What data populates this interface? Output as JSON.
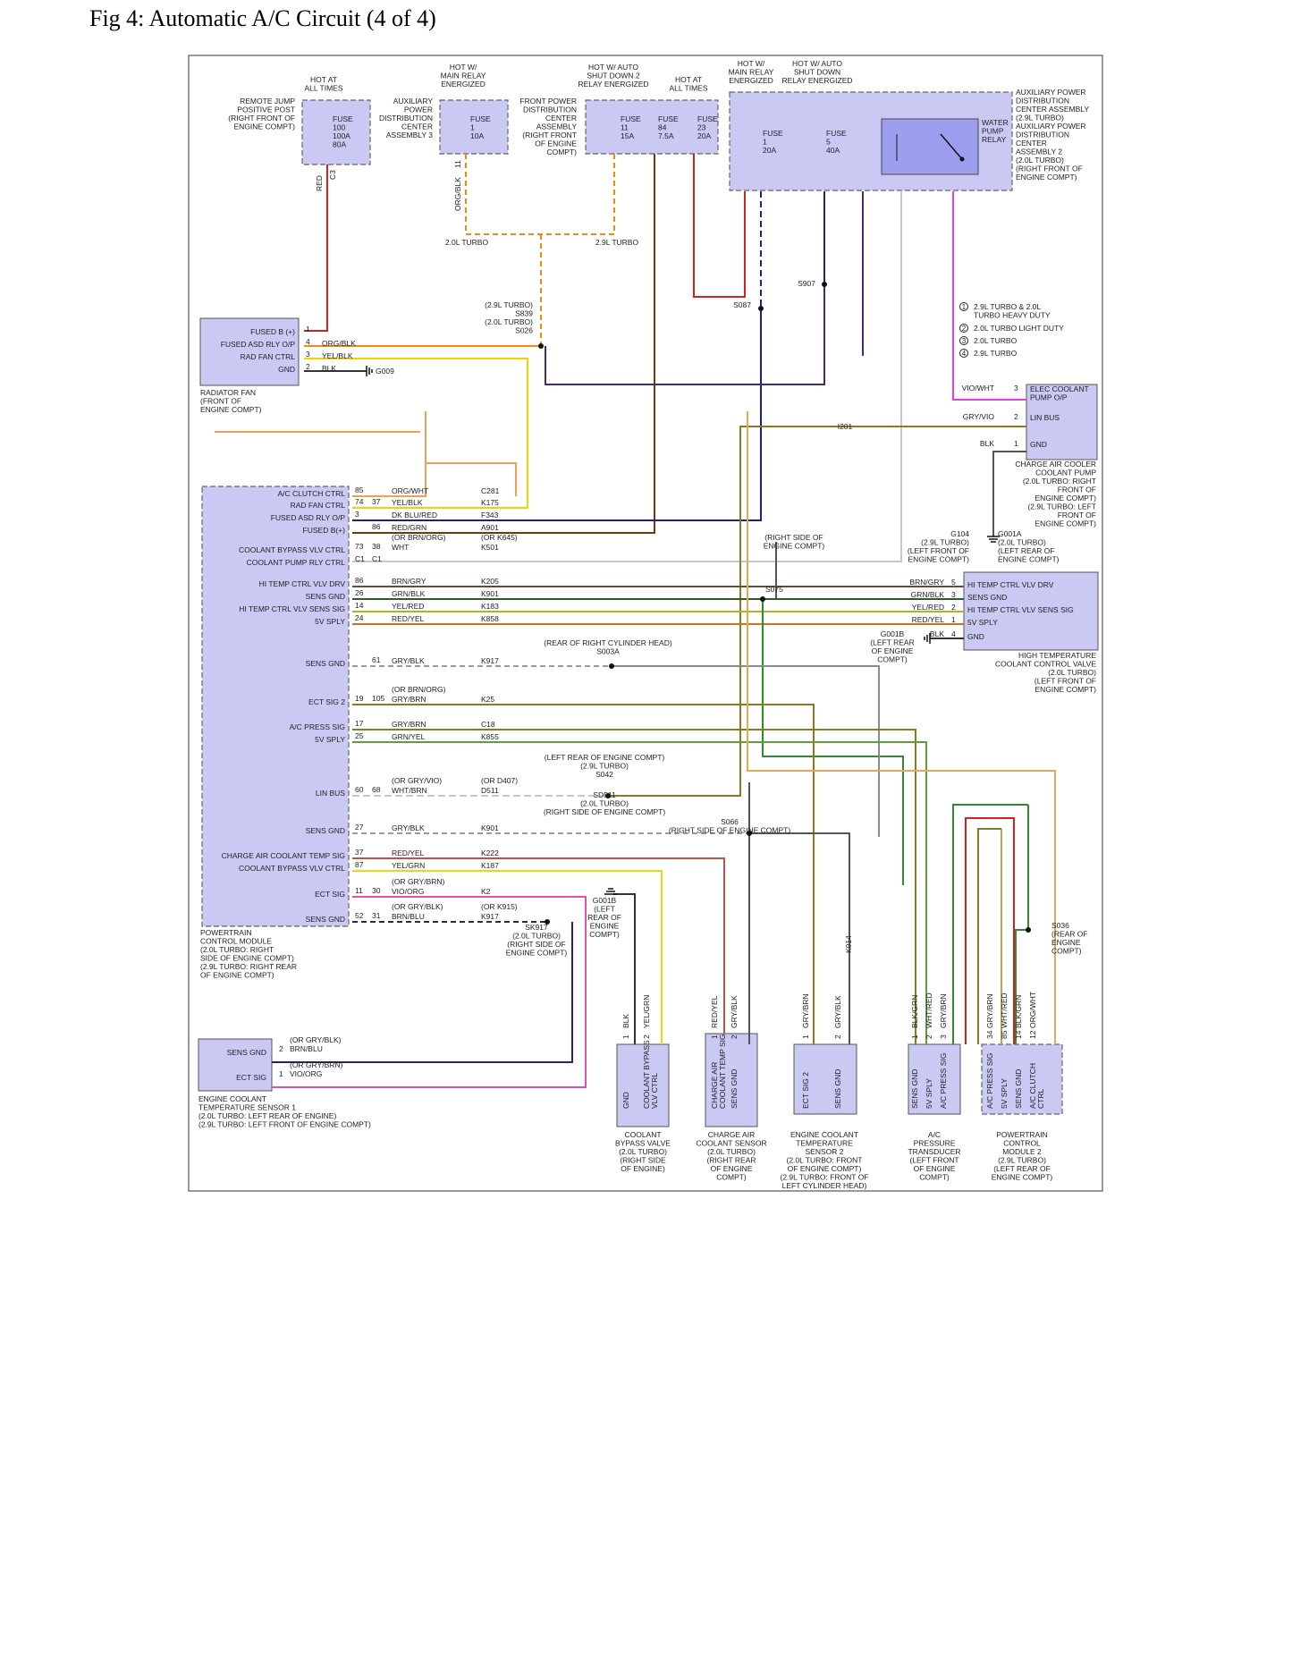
{
  "title": "Fig 4: Automatic A/C Circuit (4 of 4)",
  "diagram_id": "637955",
  "colors": {
    "module_fill": "#c9c9f4",
    "relay_fill": "#9e9ef0",
    "red": "#d62020",
    "orange": "#f08a10",
    "yellow": "#e8d800",
    "dark_blue": "#202080",
    "green": "#2e8b2e",
    "brown": "#6e3a0a",
    "gray": "#9a9a9a",
    "violet": "#e040e0",
    "olive": "#8a7a20",
    "tan": "#c8a050"
  },
  "power_sources": {
    "remote_jump": {
      "hot": "HOT AT\nALL TIMES",
      "name": "REMOTE JUMP\nPOSITIVE POST\n(RIGHT FRONT OF\nENGINE COMPT)",
      "fuse": "FUSE\n100\n100A\n80A",
      "wire": "RED",
      "pin": "C3"
    },
    "aux_pdc3": {
      "hot": "HOT W/\nMAIN RELAY\nENERGIZED",
      "name": "AUXILIARY\nPOWER\nDISTRIBUTION\nCENTER\nASSEMBLY 3",
      "fuse": "FUSE\n1\n10A",
      "pin": "11",
      "wire": "ORG/BLK"
    },
    "front_pdc": {
      "hot_a": "HOT W/ AUTO\nSHUT DOWN 2\nRELAY ENERGIZED",
      "hot_b": "HOT AT\nALL TIMES",
      "name": "FRONT POWER\nDISTRIBUTION\nCENTER\nASSEMBLY\n(RIGHT FRONT\nOF ENGINE\nCOMPT)",
      "fuse11": "FUSE\n11\n15A",
      "fuse84": "FUSE\n84\n7.5A",
      "fuse23": "FUSE\n23\n20A"
    },
    "aux_pdc2": {
      "hot_a": "HOT W/\nMAIN RELAY\nENERGIZED",
      "hot_b": "HOT W/ AUTO\nSHUT DOWN\nRELAY ENERGIZED",
      "name": "AUXILIARY POWER\nDISTRIBUTION\nCENTER ASSEMBLY\n(2.9L TURBO)\nAUXILIARY POWER\nDISTRIBUTION\nCENTER\nASSEMBLY 2\n(2.0L TURBO)\n(RIGHT FRONT OF\nENGINE COMPT)",
      "fuse1": "FUSE\n1\n20A",
      "fuse5": "FUSE\n5\n40A",
      "relay": "WATER\nPUMP\nRELAY"
    }
  },
  "legend": [
    {
      "num": "1",
      "text": "2.9L TURBO & 2.0L\nTURBO HEAVY DUTY"
    },
    {
      "num": "2",
      "text": "2.0L TURBO LIGHT DUTY"
    },
    {
      "num": "3",
      "text": "2.0L TURBO"
    },
    {
      "num": "4",
      "text": "2.9L TURBO"
    }
  ],
  "radiator_fan": {
    "name": "RADIATOR FAN\n(FRONT OF\nENGINE COMPT)",
    "pins": [
      {
        "label": "FUSED B (+)",
        "num": "1"
      },
      {
        "label": "FUSED ASD RLY O/P",
        "num": "4",
        "wire": "ORG/BLK"
      },
      {
        "label": "RAD FAN CTRL",
        "num": "3",
        "wire": "YEL/BLK"
      },
      {
        "label": "GND",
        "num": "2",
        "wire": "BLK"
      }
    ],
    "ground": "G009"
  },
  "pcm": {
    "name": "POWERTRAIN\nCONTROL MODULE\n(2.0L TURBO: RIGHT\nSIDE OF ENGINE COMPT)\n(2.9L TURBO: RIGHT REAR\nOF ENGINE COMPT)",
    "pins": [
      {
        "label": "A/C CLUTCH CTRL",
        "a": "85",
        "wire": "ORG/WHT",
        "circ": "C281"
      },
      {
        "label": "RAD FAN CTRL",
        "a": "74",
        "b": "37",
        "wire": "YEL/BLK",
        "circ": "K175"
      },
      {
        "label": "FUSED ASD RLY O/P",
        "a": "3",
        "wire": "DK BLU/RED",
        "circ": "F343"
      },
      {
        "label": "FUSED B(+)",
        "b": "86",
        "wire": "RED/GRN",
        "circ": "A901"
      },
      {
        "label": "COOLANT BYPASS VLV CTRL",
        "a": "73",
        "b": "38",
        "wire": "WHT",
        "alt": "(OR BRN/ORG)",
        "circ": "K501",
        "alt2": "(OR K645)"
      },
      {
        "label": "COOLANT PUMP RLY CTRL",
        "a": "C1",
        "b": "C1"
      },
      {
        "label": "HI TEMP CTRL VLV DRV",
        "a": "86",
        "wire": "BRN/GRY",
        "circ": "K205"
      },
      {
        "label": "SENS GND",
        "a": "26",
        "wire": "GRN/BLK",
        "circ": "K901"
      },
      {
        "label": "HI TEMP CTRL VLV SENS SIG",
        "a": "14",
        "wire": "YEL/RED",
        "circ": "K183"
      },
      {
        "label": "5V SPLY",
        "a": "24",
        "wire": "RED/YEL",
        "circ": "K858"
      },
      {
        "label": "SENS GND",
        "b": "61",
        "wire": "GRY/BLK",
        "circ": "K917"
      },
      {
        "label": "ECT SIG 2",
        "a": "19",
        "b": "105",
        "wire": "GRY/BRN",
        "alt": "(OR BRN/ORG)",
        "circ": "K25"
      },
      {
        "label": "A/C PRESS SIG",
        "a": "17",
        "wire": "GRY/BRN",
        "circ": "C18"
      },
      {
        "label": "5V SPLY",
        "a": "25",
        "wire": "GRN/YEL",
        "circ": "K855"
      },
      {
        "label": "LIN BUS",
        "a": "60",
        "b": "68",
        "wire": "WHT/BRN",
        "alt": "(OR GRY/VIO)",
        "circ": "D511",
        "alt2": "(OR D407)"
      },
      {
        "label": "SENS GND",
        "a": "27",
        "wire": "GRY/BLK",
        "circ": "K901"
      },
      {
        "label": "CHARGE AIR COOLANT TEMP SIG",
        "a": "37",
        "wire": "RED/YEL",
        "circ": "K222"
      },
      {
        "label": "COOLANT BYPASS VLV CTRL",
        "a": "87",
        "wire": "YEL/GRN",
        "circ": "K187"
      },
      {
        "label": "ECT SIG",
        "a": "11",
        "b": "30",
        "wire": "VIO/ORG",
        "alt": "(OR GRY/BRN)",
        "circ": "K2"
      },
      {
        "label": "SENS GND",
        "a": "52",
        "b": "31",
        "wire": "BRN/BLU",
        "alt": "(OR GRY/BLK)",
        "circ": "K917",
        "alt2": "(OR K915)"
      }
    ]
  },
  "ect1": {
    "name": "ENGINE COOLANT\nTEMPERATURE SENSOR 1\n(2.0L TURBO: LEFT REAR OF ENGINE)\n(2.9L TURBO: LEFT FRONT OF ENGINE COMPT)",
    "pins": [
      {
        "label": "SENS GND",
        "num": "2",
        "wire": "BRN/BLU",
        "alt": "(OR GRY/BLK)"
      },
      {
        "label": "ECT SIG",
        "num": "1",
        "wire": "VIO/ORG",
        "alt": "(OR GRY/BRN)"
      }
    ]
  },
  "elec_pump": {
    "name": "CHARGE AIR COOLER\nCOOLANT PUMP\n(2.0L TURBO: RIGHT\nFRONT OF\nENGINE COMPT)\n(2.9L TURBO: LEFT\nFRONT OF\nENGINE COMPT)",
    "pins": [
      {
        "label": "ELEC COOLANT\nPUMP O/P",
        "num": "3",
        "wire": "VIO/WHT"
      },
      {
        "label": "LIN BUS",
        "num": "2",
        "wire": "GRY/VIO"
      },
      {
        "label": "GND",
        "num": "1",
        "wire": "BLK"
      }
    ]
  },
  "htcv": {
    "name": "HIGH TEMPERATURE\nCOOLANT CONTROL VALVE\n(2.0L TURBO)\n(LEFT FRONT OF\nENGINE COMPT)",
    "pins": [
      {
        "label": "HI TEMP CTRL VLV DRV",
        "num": "5",
        "wire": "BRN/GRY"
      },
      {
        "label": "SENS GND",
        "num": "3",
        "wire": "GRN/BLK"
      },
      {
        "label": "HI TEMP CTRL VLV SENS SIG",
        "num": "2",
        "wire": "YEL/RED"
      },
      {
        "label": "5V SPLY",
        "num": "1",
        "wire": "RED/YEL"
      },
      {
        "label": "GND",
        "num": "4",
        "wire": "BLK"
      }
    ],
    "ground": "G001B\n(LEFT REAR\nOF ENGINE\nCOMPT)"
  },
  "bottom_modules": [
    {
      "id": "cbv",
      "pins": [
        "GND",
        "COOLANT BYPASS\nVLV CTRL"
      ],
      "nums": [
        "1",
        "2"
      ],
      "wires": [
        "BLK",
        "YEL/GRN"
      ],
      "name": "COOLANT\nBYPASS VALVE\n(2.0L TURBO)\n(RIGHT SIDE\nOF ENGINE)"
    },
    {
      "id": "cacs",
      "pins": [
        "CHARGE AIR\nCOOLANT TEMP SIG",
        "SENS GND"
      ],
      "nums": [
        "1",
        "2"
      ],
      "wires": [
        "RED/YEL",
        "GRY/BLK"
      ],
      "name": "CHARGE AIR\nCOOLANT SENSOR\n(2.0L TURBO)\n(RIGHT REAR\nOF ENGINE\nCOMPT)"
    },
    {
      "id": "ect2",
      "pins": [
        "ECT SIG 2",
        "SENS GND"
      ],
      "nums": [
        "1",
        "2"
      ],
      "wires": [
        "GRY/BRN",
        "GRY/BLK"
      ],
      "name": "ENGINE COOLANT\nTEMPERATURE\nSENSOR 2\n(2.0L TURBO: FRONT\nOF ENGINE COMPT)\n(2.9L TURBO: FRONT OF\nLEFT CYLINDER HEAD)"
    },
    {
      "id": "acpt",
      "pins": [
        "SENS GND",
        "5V SPLY",
        "A/C PRESS SIG"
      ],
      "nums": [
        "1",
        "2",
        "3"
      ],
      "wires": [
        "BLK/GRN",
        "WHT/RED",
        "GRY/BRN"
      ],
      "name": "A/C\nPRESSURE\nTRANSDUCER\n(LEFT FRONT\nOF ENGINE\nCOMPT)"
    },
    {
      "id": "pcm2",
      "pins": [
        "A/C PRESS SIG",
        "5V SPLY",
        "SENS GND",
        "A/C CLUTCH\nCTRL"
      ],
      "nums": [
        "34",
        "85",
        "14",
        "12"
      ],
      "wires": [
        "GRY/BRN",
        "WHT/RED",
        "BLK/GRN",
        "ORG/WHT"
      ],
      "name": "POWERTRAIN\nCONTROL\nMODULE 2\n(2.9L TURBO)\n(LEFT REAR OF\nENGINE COMPT)"
    }
  ],
  "splices": [
    {
      "id": "S839",
      "text": "(2.9L TURBO)\nS839\n(2.0L TURBO)\nS026"
    },
    {
      "id": "S087",
      "text": "S087"
    },
    {
      "id": "S907",
      "text": "S907"
    },
    {
      "id": "S075",
      "text": "S075"
    },
    {
      "id": "S003A",
      "text": "(REAR OF RIGHT CYLINDER HEAD)\nS003A"
    },
    {
      "id": "S042",
      "text": "(LEFT REAR OF ENGINE COMPT)\n(2.9L TURBO)\nS042"
    },
    {
      "id": "SD511",
      "text": "SD511\n(2.0L TURBO)\n(RIGHT SIDE OF ENGINE COMPT)"
    },
    {
      "id": "S066",
      "text": "S066\n(RIGHT SIDE OF ENGINE COMPT)"
    },
    {
      "id": "SK917",
      "text": "SK917\n(2.0L TURBO)\n(RIGHT SIDE OF\nENGINE COMPT)"
    },
    {
      "id": "S036",
      "text": "S036\n(REAR OF\nENGINE\nCOMPT)"
    },
    {
      "id": "G001B",
      "text": "G001B\n(LEFT\nREAR OF\nENGINE\nCOMPT)"
    },
    {
      "id": "G104",
      "text": "G104\n(2.9L TURBO)\n(LEFT FRONT OF\nENGINE COMPT)"
    },
    {
      "id": "G001A",
      "text": "G001A\n(2.0L TURBO)\n(LEFT REAR OF\nENGINE COMPT)"
    },
    {
      "id": "RSE",
      "text": "(RIGHT SIDE OF\nENGINE COMPT)"
    }
  ],
  "turbo_labels": {
    "t20": "2.0L TURBO",
    "t29": "2.9L TURBO"
  },
  "connectors": {
    "I201": "I201",
    "K014": "K014"
  }
}
